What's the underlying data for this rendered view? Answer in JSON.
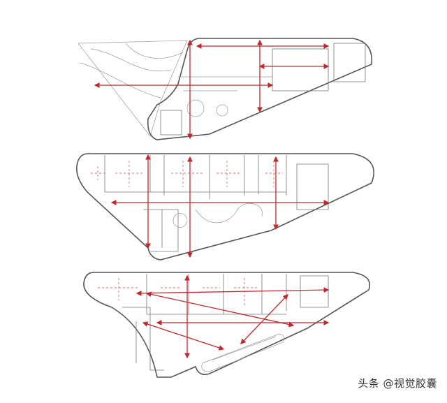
{
  "diagram": {
    "type": "architectural floor plans",
    "plan_count": 3,
    "colors": {
      "walls": "#555555",
      "circulation_arrows": "#c0282e",
      "background": "#ffffff"
    }
  },
  "watermark": {
    "text": "头条 @视觉胶囊"
  }
}
